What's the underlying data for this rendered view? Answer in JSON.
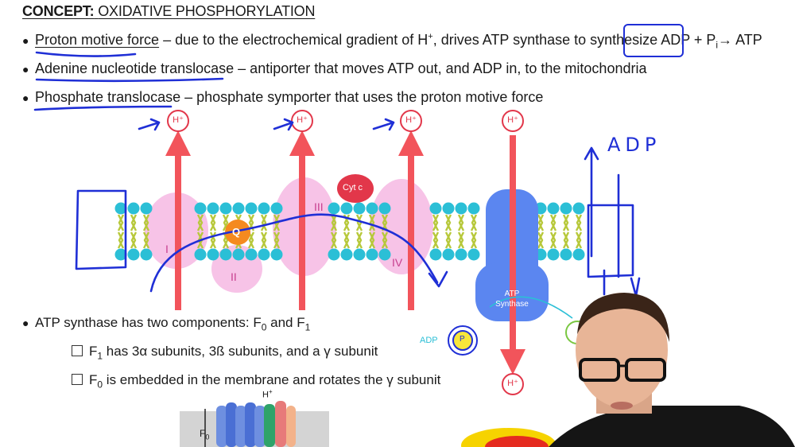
{
  "title": {
    "bold": "CONCEPT:",
    "rest": "OXIDATIVE PHOSPHORYLATION"
  },
  "bullets": [
    {
      "term": "Proton motive force",
      "rest_a": " – due to the electrochemical gradient of H",
      "rest_sup": "+",
      "rest_b": ", drives ATP synthase to synthesize ",
      "boxed_a": "ADP + P",
      "boxed_sub": "i",
      "arrow": "→",
      "product": " ATP"
    },
    {
      "term": "Adenine nucleotide translocase",
      "rest": " – antiporter that moves ATP out, and ADP in, to the mitochondria"
    },
    {
      "term": "Phosphate translocase",
      "rest": " – phosphate symporter that uses the proton motive force"
    }
  ],
  "diagram": {
    "proton_label": "H⁺",
    "complex_labels": [
      "I",
      "II",
      "III",
      "IV"
    ],
    "q_label": "Q",
    "cytc_label": "Cyt c",
    "atp_synthase_label_1": "ATP",
    "atp_synthase_label_2": "Synthase",
    "adp_label": "ADP",
    "p_label": "P",
    "handwritten": "ADP"
  },
  "atp_synthase_section": {
    "bullet": "ATP synthase has two components: F",
    "bullet_sub0": "0",
    "bullet_mid": " and F",
    "bullet_sub1": "1",
    "items": [
      {
        "pre": "F",
        "sub": "1",
        "text": " has 3α subunits, 3ß subunits, and a γ subunit"
      },
      {
        "pre": "F",
        "sub": "0",
        "text": " is embedded in the membrane and rotates the γ subunit"
      }
    ],
    "mini_h": "H",
    "mini_h_sup": "+",
    "mini_f": "F",
    "mini_f_sub": "0"
  },
  "colors": {
    "membrane_head": "#2bbfd6",
    "membrane_tail": "#b7c83a",
    "proton_arrow": "#f2545b",
    "complex_pink": "#f7c3e7",
    "atp_synthase": "#5b86f0",
    "ink": "#1f2fd6",
    "q_orange": "#f58a1f",
    "cytc_red": "#e2374a"
  }
}
